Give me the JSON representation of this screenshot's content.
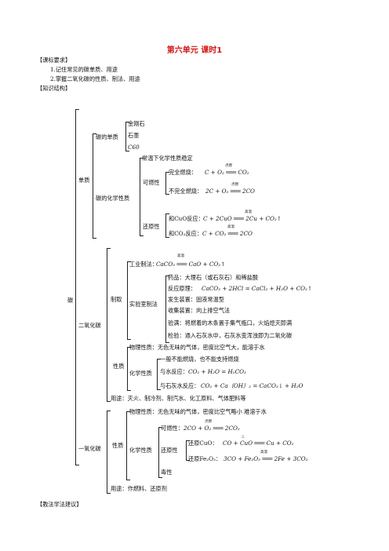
{
  "title": "第六单元 课时1",
  "section_requirements": "【课标要求】",
  "req_1": "1.记住常见的碳单质、用途",
  "req_2": "2.掌握二氧化碳的性质、制法、用途",
  "section_structure": "【知识结构】",
  "carbon": "碳",
  "simple": {
    "label": "单质",
    "types_label": "碳的单质",
    "diamond": "金刚石",
    "graphite": "石墨",
    "c60": "C60",
    "chem_label": "碳的化学性质",
    "stable": "常温下化学性质稳定",
    "combust_label": "可燃性",
    "full_burn_label": "完全燃烧：",
    "full_burn_eq": "C + O₂ ═══ CO₂",
    "partial_burn_label": "不完全燃烧：",
    "partial_burn_eq": "2C + O₂ ═══ 2CO",
    "ignite": "点燃",
    "reduce_label": "还原性",
    "cuo_label": "和CuO反应：",
    "cuo_eq": "C + 2CuO ═══ 2Cu + CO₂↑",
    "co2_label": "和CO₂反应：",
    "co2_eq": "C + CO₂ ═══ 2CO",
    "high_temp": "高温"
  },
  "co2": {
    "label": "二氧化碳",
    "prep_label": "制取",
    "industrial_label": "工业制法：",
    "industrial_eq": "CaCO₃ ═══ CaO + CO₂↑",
    "lab_label": "实验室制法",
    "reagents": "药品：大理石（或石灰石）和稀盐酸",
    "principle_label": "反应原理：",
    "principle_eq": "CaCO₃ + 2HCl = CaCl₂ + H₂O + CO₂↑",
    "generator": "发生装置：固液常温型",
    "collector": "收集装置：向上排空气法",
    "full_check": "验满：将燃着的木条置于集气瓶口，火焰熄灭即满",
    "test": "检验：通入石灰水中，石灰水变浑浊即为二氧化碳",
    "prop_label": "性质",
    "physical": "物理性质：无色无味的气体，密度比空气大，能溶于水",
    "chemical_label": "化学性质",
    "no_burn": "一般不能燃烧，也不能支持燃烧",
    "water_label": "与水反应：",
    "water_eq": "CO₂ + H₂O = H₂CO₃",
    "lime_label": "与石灰水反应：",
    "lime_eq": "CO₂ + Ca（OH）₂ = CaCO₃↓ + H₂O",
    "uses": "用途：灭火、制冷剂、制汽水、化工原料、气体肥料等"
  },
  "co": {
    "label": "一氧化碳",
    "prop_label": "性质",
    "physical": "物理性质：无色无味的气体，密度比空气略小  难溶于水",
    "chemical_label": "化学性质",
    "combust_label": "可燃性：",
    "combust_eq": "2CO + O₂ ═══ 2CO₂",
    "ignite": "点燃",
    "reduce_label": "还原性",
    "cuo_label": "还原CuO：",
    "cuo_eq": "CO + CuO ═══ Cu + CO₂",
    "heat": "△",
    "fe_label": "还原Fe₂O₃：",
    "fe_eq": "3CO + Fe₂O₃ ═══ 2Fe + 3CO₂",
    "high_temp": "高温",
    "toxic": "毒性",
    "uses": "用途：作燃料、还原剂"
  },
  "section_advice": "【教法学法建议】"
}
